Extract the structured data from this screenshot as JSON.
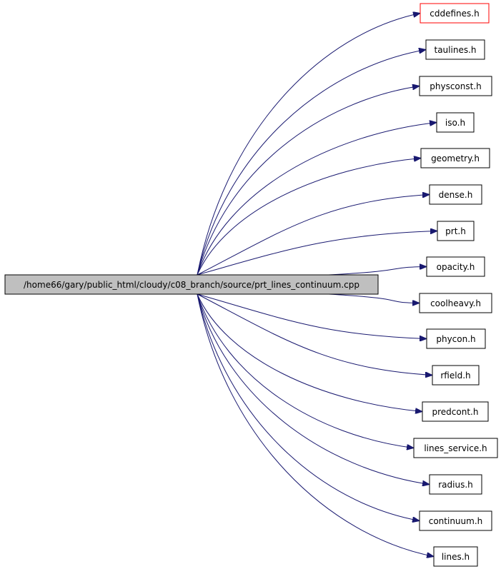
{
  "source": {
    "label": "/home66/gary/public_html/cloudy/c08_branch/source/prt_lines_continuum.cpp"
  },
  "includes": [
    {
      "label": "cddefines.h",
      "border": "#ff0000"
    },
    {
      "label": "taulines.h",
      "border": "#000000"
    },
    {
      "label": "physconst.h",
      "border": "#000000"
    },
    {
      "label": "iso.h",
      "border": "#000000"
    },
    {
      "label": "geometry.h",
      "border": "#000000"
    },
    {
      "label": "dense.h",
      "border": "#000000"
    },
    {
      "label": "prt.h",
      "border": "#000000"
    },
    {
      "label": "opacity.h",
      "border": "#000000"
    },
    {
      "label": "coolheavy.h",
      "border": "#000000"
    },
    {
      "label": "phycon.h",
      "border": "#000000"
    },
    {
      "label": "rfield.h",
      "border": "#000000"
    },
    {
      "label": "predcont.h",
      "border": "#000000"
    },
    {
      "label": "lines_service.h",
      "border": "#000000"
    },
    {
      "label": "radius.h",
      "border": "#000000"
    },
    {
      "label": "continuum.h",
      "border": "#000000"
    },
    {
      "label": "lines.h",
      "border": "#000000"
    }
  ],
  "colors": {
    "edge": "#191970",
    "source_fill": "#bfbfbf",
    "node_fill": "#ffffff"
  }
}
